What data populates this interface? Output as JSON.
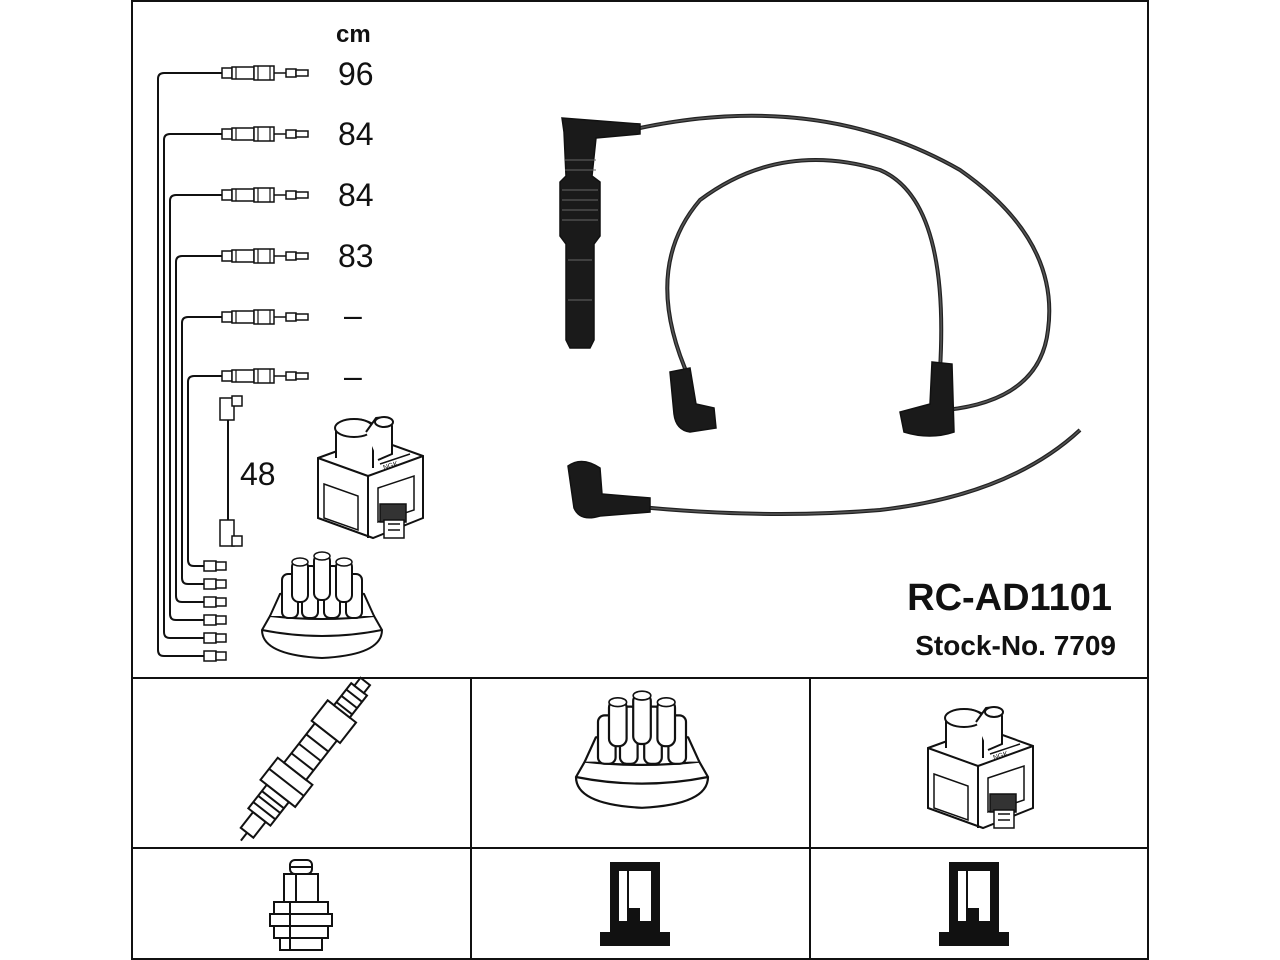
{
  "header": {
    "unit": "cm"
  },
  "leads": [
    {
      "length": "96"
    },
    {
      "length": "84"
    },
    {
      "length": "84"
    },
    {
      "length": "83"
    },
    {
      "length": "–"
    },
    {
      "length": "–"
    }
  ],
  "coil_lead": {
    "length": "48"
  },
  "product": {
    "code": "RC-AD1101",
    "stock_label": "Stock-No. 7709"
  },
  "icons": [
    "spark-plug-icon",
    "distributor-cap-icon",
    "ignition-coil-icon",
    "spark-plug-terminal-icon",
    "distributor-terminal-icon",
    "coil-terminal-icon"
  ],
  "colors": {
    "line": "#111111",
    "cable": "#333333",
    "boot": "#1a1a1a",
    "background": "#ffffff"
  }
}
